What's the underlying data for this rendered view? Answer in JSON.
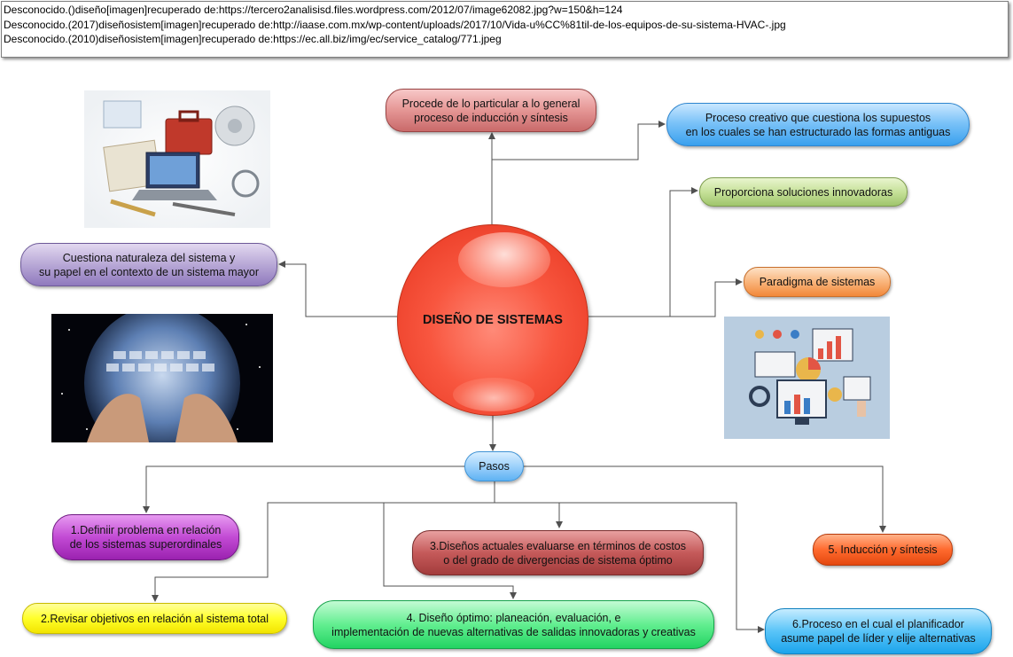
{
  "references": [
    "Desconocido.()diseño[imagen]recuperado de:https://tercero2analisisd.files.wordpress.com/2012/07/image62082.jpg?w=150&h=124",
    "Desconocido.(2017)diseñosistem[imagen]recuperado de:http://iaase.com.mx/wp-content/uploads/2017/10/Vida-u%CC%81til-de-los-equipos-de-su-sistema-HVAC-.jpg",
    "Desconocido.(2010)diseñosistem[imagen]recuperado de:https://ec.all.biz/img/ec/service_catalog/771.jpeg"
  ],
  "center": {
    "label": "DISEÑO DE SISTEMAS",
    "color": "#f8563f"
  },
  "nodes": {
    "induccion": "Procede de lo particular a lo general\nproceso de inducción y síntesis",
    "creativo": "Proceso creativo que  cuestiona los supuestos\nen los cuales se han estructurado las formas antiguas",
    "soluciones": "Proporciona soluciones innovadoras",
    "paradigma": "Paradigma de sistemas",
    "cuestiona": "Cuestiona naturaleza  del sistema y\nsu papel en el contexto de un sistema mayor",
    "pasos": "Pasos"
  },
  "steps": {
    "s1": "1.Definiir problema en relación\nde los sistemas superordinales",
    "s2": "2.Revisar objetivos en relación al sistema total",
    "s3": "3.Diseños actuales evaluarse en términos de costos\no del grado de divergencias de sistema óptimo",
    "s4": "4. Diseño óptimo: planeación, evaluación, e\nimplementación de nuevas alternativas de salidas innovadoras y creativas",
    "s5": "5. Inducción y síntesis",
    "s6": "6.Proceso en el cual el planificador\nasume papel de líder y elije alternativas"
  },
  "images": {
    "office": "office-tools-illustration",
    "globe": "keyboard-globe-photo",
    "analytics": "analytics-dashboard-illustration"
  },
  "colors": {
    "connector": "#505050",
    "red": "#c96a6a",
    "blue": "#39a0ee",
    "green": "#9fc56c",
    "orange": "#f2883a",
    "purple": "#8f79bd",
    "magenta": "#9b22b0",
    "darkred": "#a33c3c",
    "orangered": "#e4480f",
    "yellow": "#f2e400",
    "mint": "#22d462",
    "sky": "#1ba4ec"
  }
}
